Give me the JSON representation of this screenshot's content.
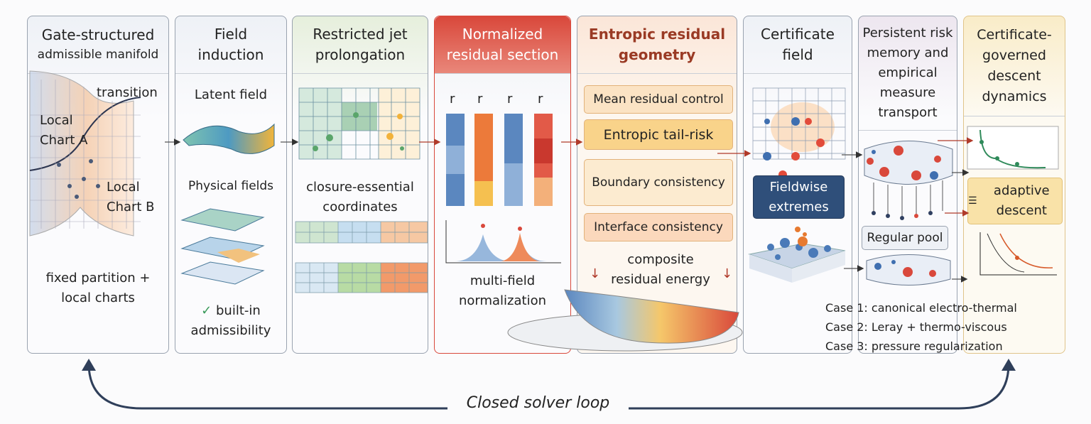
{
  "panels": [
    {
      "title": "Gate-structured",
      "subtitle": "admissible manifold",
      "labels": [
        "transition",
        "Local Chart A",
        "Local Chart B"
      ],
      "footer": "fixed partition + local charts"
    },
    {
      "title": "Field induction",
      "labels": [
        "Latent field",
        "Physical fields"
      ],
      "check_icon": "check-icon",
      "footer": "built-in admissibility"
    },
    {
      "title": "Restricted jet prolongation",
      "labels": [
        "closure-essential coordinates"
      ]
    },
    {
      "title": "Normalized residual section",
      "r_labels": [
        "r",
        "r",
        "r",
        "r"
      ],
      "footer": "multi-field normalization"
    },
    {
      "title": "Entropic residual geometry",
      "boxes": [
        "Mean residual control",
        "Entropic tail-risk",
        "Boundary consistency",
        "Interface consistency"
      ],
      "footer": "composite residual energy"
    },
    {
      "title": "Certificate field",
      "badge": "Fieldwise extremes"
    },
    {
      "title": "Persistent risk memory and empirical measure transport",
      "pool": "Regular pool"
    },
    {
      "title": "Certificate-governed descent dynamics",
      "box": "adaptive descent"
    }
  ],
  "cases": [
    "Case 1: canonical electro-thermal",
    "Case 2: Leray + thermo-viscous",
    "Case 3: pressure regularization"
  ],
  "loop_label": "Closed solver loop",
  "colors": {
    "accent_red": "#d9483b",
    "navy": "#2f4f7a",
    "orange": "#f2b461"
  }
}
